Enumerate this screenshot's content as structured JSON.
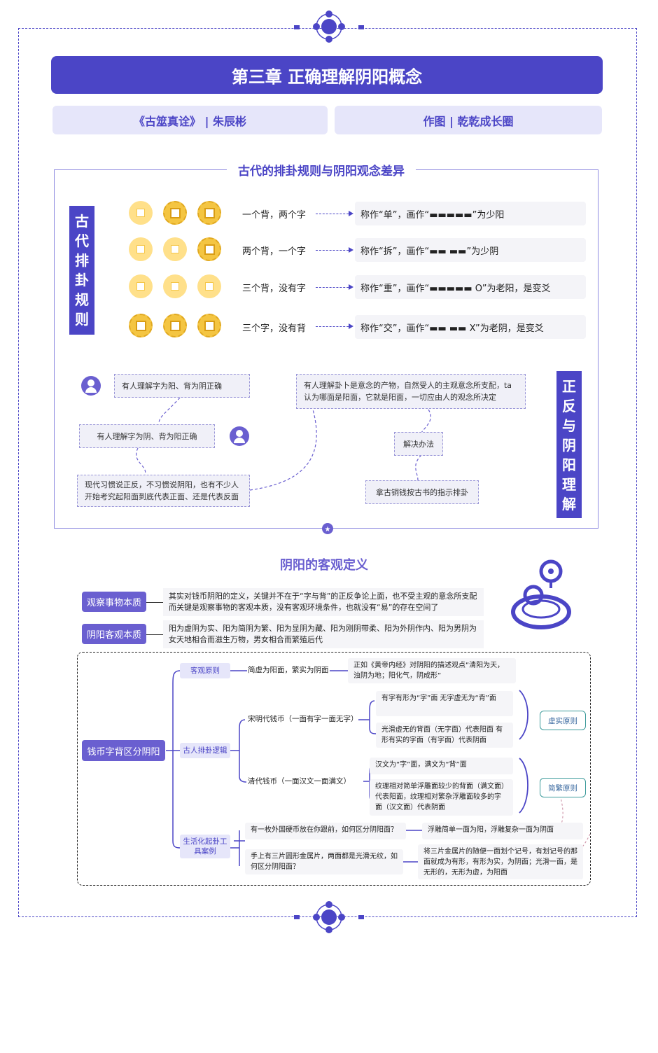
{
  "header": {
    "title": "第三章 正确理解阴阳概念",
    "source": "《古筮真诠》 | 朱辰彬",
    "credit": "作图 | 乾乾成长圈"
  },
  "section1": {
    "title": "古代的排卦规则与阴阳观念差异",
    "left_label": "古代排卦规则",
    "right_label": "正反与阴阳理解",
    "rules": [
      {
        "left": "一个背，两个字",
        "right": "称作“单”，画作“▬▬▬▬▬”为少阳"
      },
      {
        "left": "两个背，一个字",
        "right": "称作“拆”，画作“▬▬  ▬▬”为少阴"
      },
      {
        "left": "三个背，没有字",
        "right": "称作“重”，画作“▬▬▬▬▬ O”为老阳，是变爻"
      },
      {
        "left": "三个字，没有背",
        "right": "称作“交”，画作“▬▬  ▬▬  X”为老阴，是变爻"
      }
    ],
    "notes": {
      "n1": "有人理解字为阳、背为阴正确",
      "n2": "有人理解字为阴、背为阳正确",
      "n3": "现代习惯说正反，不习惯说阴阳，也有不少人开始考究起阳面到底代表正面、还是代表反面",
      "n4": "有人理解卦卜是意念的产物，自然受人的主观意念所支配，ta认为哪面是阳面，它就是阳面，一切应由人的观念所决定",
      "n5": "解决办法",
      "n6": "拿古铜钱按古书的指示排卦"
    }
  },
  "section2": {
    "title": "阴阳的客观定义",
    "items": [
      {
        "tag": "观察事物本质",
        "text": "其实对钱币阴阳的定义，关键并不在于“字与背”的正反争论上面，也不受主观的意念所支配而关键是观察事物的客观本质，没有客观环境条件，也就没有“易”的存在空间了"
      },
      {
        "tag": "阴阳客观本质",
        "text": "阳为虚阴为实、阳为简阴为繁、阳为显阴为藏、阳为刚阴带柔、阳为外阴作内、阳为男阴为女天地相合而滋生万物，男女相合而繁殖后代"
      }
    ]
  },
  "tree": {
    "root": "钱币字背区分阴阳",
    "b1": {
      "label": "客观原则",
      "node": "简虚为阳面，繁实为阴面",
      "leaf": "正如《黄帝内经》对阴阳的描述观点“清阳为天，浊阴为地；阳化气，阴成形”"
    },
    "b2": {
      "label": "古人排卦逻辑",
      "song": "宋明代钱币（一面有字一面无字）",
      "song_leaf1": "有字有形为“字”面 无字虚无为“背”面",
      "song_leaf2": "光滑虚无的背面（无字面）代表阳面 有形有实的字面（有字面）代表阴面",
      "qing": "清代钱币（一面汉文一面满文）",
      "qing_leaf1": "汉文为“字”面，满文为“背”面",
      "qing_leaf2": "纹理相对简单浮雕面较少的背面（满文面）代表阳面，纹理相对繁杂浮雕面较多的字面（汉文面）代表阴面",
      "principle1": "虚实原则",
      "principle2": "简繁原则"
    },
    "b3": {
      "label": "生活化起卦工具案例",
      "q1": "有一枚外国硬币放在你跟前，如何区分阴阳面？",
      "a1": "浮雕简单一面为阳，浮雕复杂一面为阴面",
      "q2": "手上有三片圆形金属片，两面都是光滑无纹，如何区分阴阳面？",
      "a2": "将三片金属片的随便一面划个记号，有划记号的那面就成为有形，有形为实，为阴面；光滑一面，是无形的，无形为虚，为阳面"
    }
  },
  "colors": {
    "primary": "#4b45c6",
    "light": "#e6e6fa",
    "coin": "#f4c542",
    "teal": "#3b9a9a"
  }
}
